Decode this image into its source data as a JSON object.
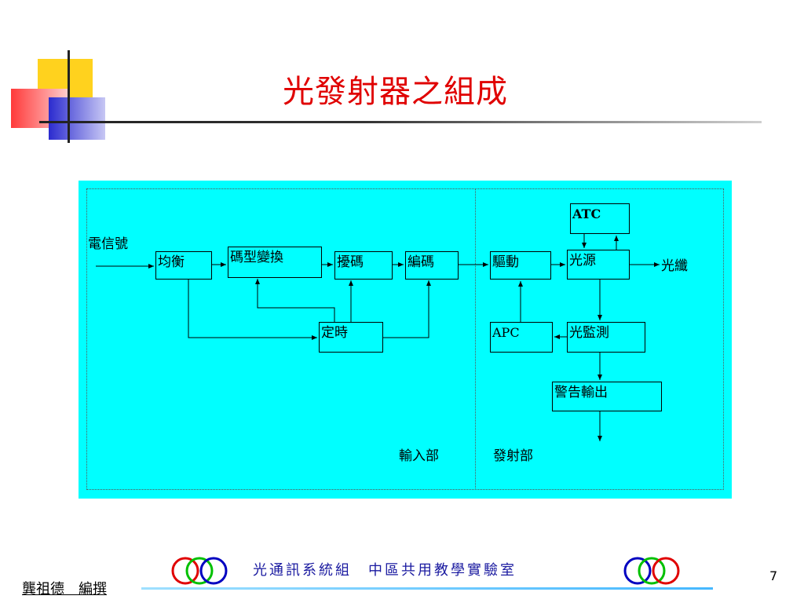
{
  "slide": {
    "title": "光發射器之組成",
    "author": "龔祖德　編撰",
    "footer": "光通訊系統組　中區共用教學實驗室",
    "page_number": "7"
  },
  "diagram": {
    "input_label": "電信號",
    "output_label": "光纖",
    "section_input": "輸入部",
    "section_transmit": "發射部",
    "blocks": {
      "equalizer": "均衡",
      "code_converter": "碼型變換",
      "scrambler": "擾碼",
      "encoder": "編碼",
      "timing": "定時",
      "driver": "驅動",
      "light_source": "光源",
      "atc": "ATC",
      "apc": "APC",
      "light_monitor": "光監測",
      "alarm_output": "警告輸出"
    }
  },
  "colors": {
    "panel": "#00ffff",
    "title": "#e00000",
    "footer_text": "#1a1aa0"
  }
}
